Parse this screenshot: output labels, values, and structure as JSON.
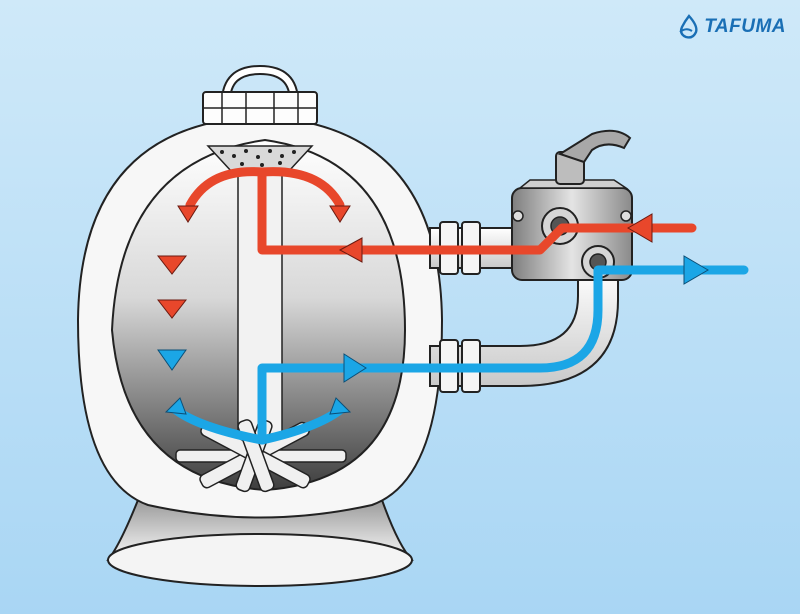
{
  "brand": {
    "name": "TAFUMA",
    "logo_icon": "wave-drop-icon",
    "color": "#1a6fb5"
  },
  "flows": {
    "inlet": {
      "color": "#e8472b",
      "direction": "right-to-left"
    },
    "outlet": {
      "color": "#1ba6e6",
      "direction": "left-to-right"
    }
  },
  "components": [
    "filter-tank",
    "tank-lid",
    "top-diffuser",
    "laterals",
    "multiport-valve",
    "valve-handle",
    "tank-base"
  ]
}
